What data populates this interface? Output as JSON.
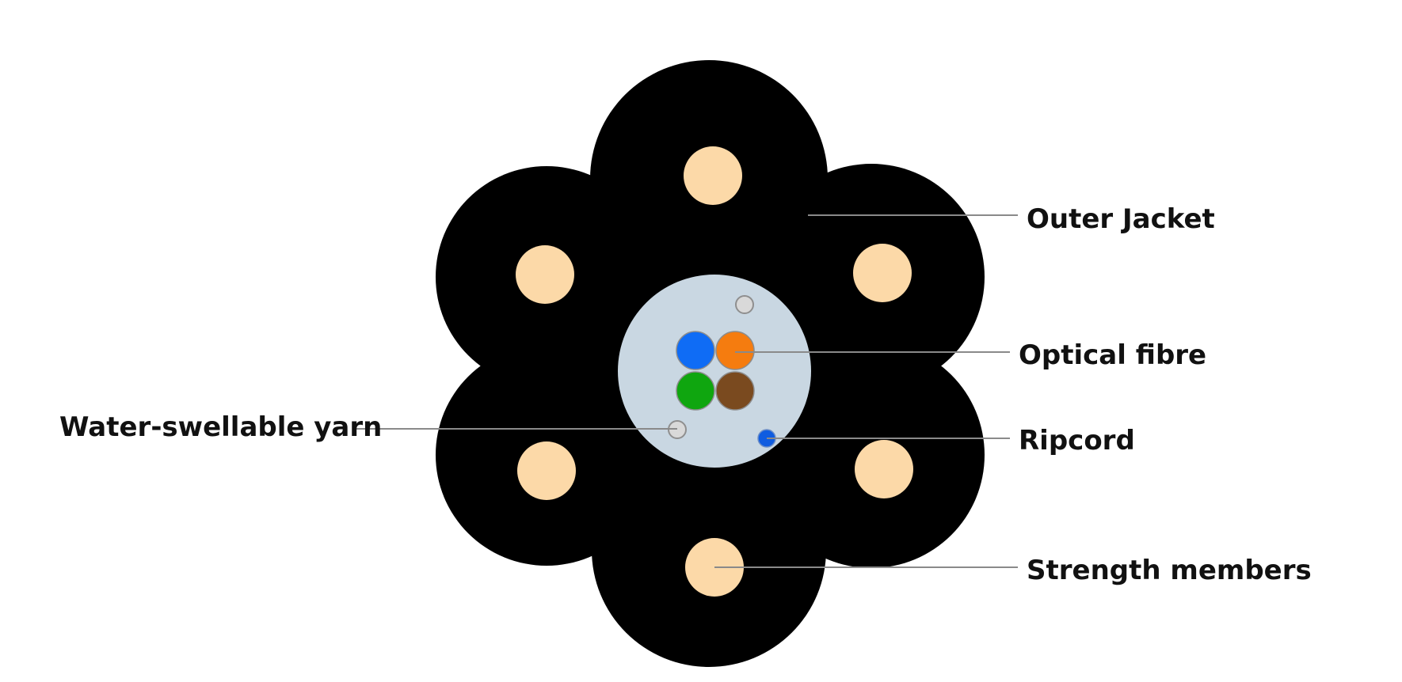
{
  "diagram": {
    "labels": {
      "outer_jacket": "Outer Jacket",
      "optical_fibre": "Optical fibre",
      "water_swellable_yarn": "Water-swellable yarn",
      "ripcord": "Ripcord",
      "strength_members": "Strength members"
    },
    "colors": {
      "jacket": "#000000",
      "tube": "#c9d7e2",
      "strength_member": "#fcd9a8",
      "fibre_blue": "#0f6cf5",
      "fibre_orange": "#f57c0f",
      "fibre_green": "#0fa60f",
      "fibre_brown": "#7a4a1f",
      "yarn": "#d9d9d9",
      "ripcord": "#0f5ce0"
    }
  }
}
